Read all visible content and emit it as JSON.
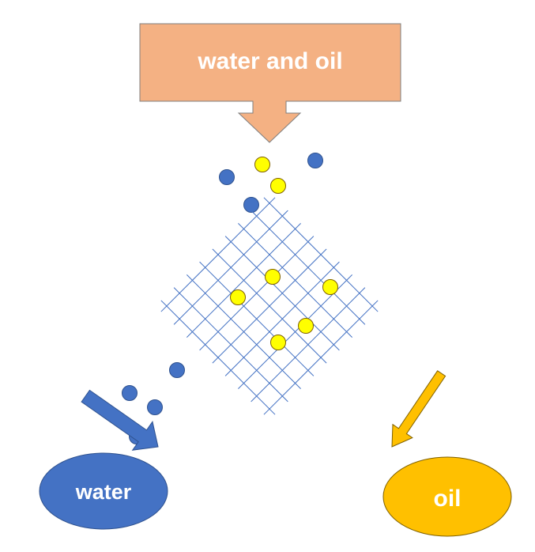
{
  "diagram": {
    "input_label": "water and oil",
    "water_label": "water",
    "oil_label": "oil"
  },
  "colors": {
    "input_fill": "#f4b183",
    "input_stroke": "#7f7f7f",
    "water": "#4472c4",
    "water_stroke": "#2f528f",
    "oil_particle": "#ffff00",
    "oil_particle_stroke": "#7f6000",
    "oil_pool": "#ffc000",
    "mesh": "#4472c4"
  }
}
